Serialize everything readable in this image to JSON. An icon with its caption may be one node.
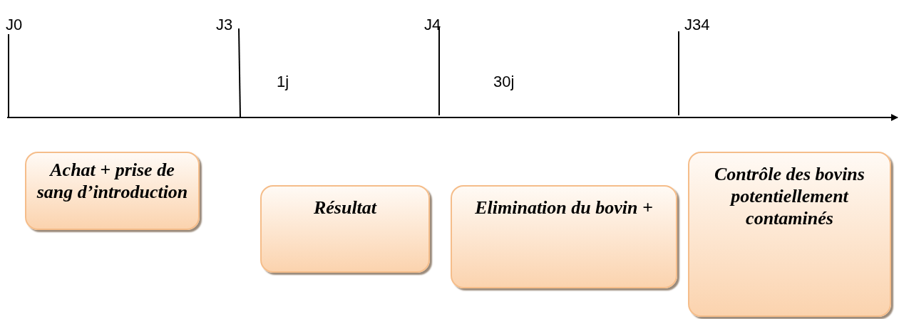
{
  "diagram": {
    "nodes": [
      {
        "text": [
          "Achat + prise de sang d’introduction"
        ]
      },
      {
        "text": [
          "Résultat"
        ]
      },
      {
        "text": [
          "Elimination du bovin +"
        ]
      },
      {
        "text": [
          "Contrôle des bovins potentiellement contaminés"
        ]
      }
    ],
    "labels": [
      "J0",
      "J3",
      "J4",
      "J34",
      "1j",
      "30j"
    ]
  }
}
